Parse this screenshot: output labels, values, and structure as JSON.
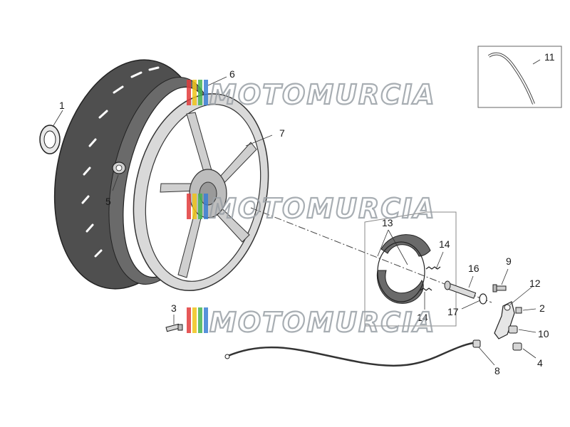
{
  "watermark": {
    "text": "MOTOMURCIA",
    "colors": [
      "#e23b3b",
      "#f0c419",
      "#47b553",
      "#3a7fd4"
    ]
  },
  "callouts": {
    "c1": "1",
    "c2": "2",
    "c3": "3",
    "c4": "4",
    "c5": "5",
    "c6": "6",
    "c7": "7",
    "c8": "8",
    "c9": "9",
    "c10": "10",
    "c11": "11",
    "c12": "12",
    "c13": "13",
    "c14a": "14",
    "c14b": "14",
    "c16": "16",
    "c17": "17"
  },
  "colors": {
    "tire": "#555555",
    "rim": "#dcdcdc",
    "line": "#333333",
    "shoe": "#6a6a6a"
  }
}
